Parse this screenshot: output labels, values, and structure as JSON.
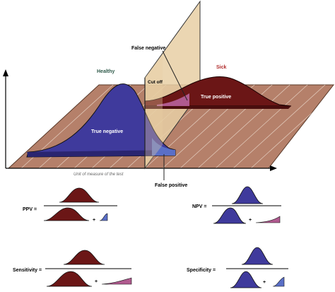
{
  "diagram": {
    "labels": {
      "healthy": "Healthy",
      "sick": "Sick",
      "false_negative": "False negative",
      "cut_off": "Cut off",
      "true_positive": "True positive",
      "true_negative": "True negative",
      "false_positive": "False positive",
      "axis_caption": "Unit of measure of the test"
    },
    "formulas": {
      "ppv": "PPV =",
      "npv": "NPV =",
      "sensitivity": "Sensitivity =",
      "specificity": "Specificity =",
      "plus": "+"
    },
    "colors": {
      "plane": "#b5806a",
      "plane_lines": "#e0c7b8",
      "healthy_fill": "#3f3a9c",
      "sick_fill": "#6b1616",
      "cutoff_panel": "#e8cfa4",
      "false_negative": "#b05a8f",
      "healthy_label": "#2f5a4a",
      "sick_label": "#b02a2a"
    }
  }
}
